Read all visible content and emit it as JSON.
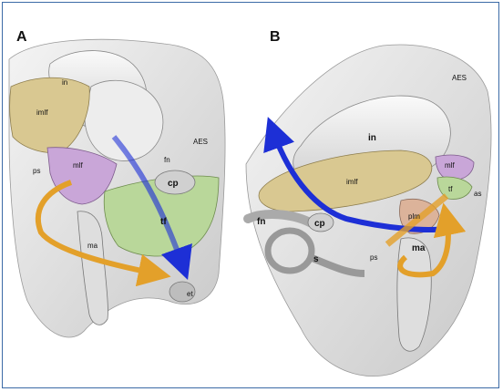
{
  "panels": [
    {
      "letter": "A",
      "labels": {
        "in": "in",
        "imlf": "imlf",
        "mlf": "mlf",
        "ps": "ps",
        "fn": "fn",
        "cp": "cp",
        "tf": "tf",
        "ma": "ma",
        "et": "et",
        "aes": "AES"
      }
    },
    {
      "letter": "B",
      "labels": {
        "in": "in",
        "imlf": "imlf",
        "aes": "AES",
        "mlf": "mlf",
        "tf": "tf",
        "as": "as",
        "fn": "fn",
        "cp": "cp",
        "s": "s",
        "ps": "ps",
        "plm": "plm",
        "ma": "ma"
      }
    }
  ],
  "colors": {
    "frame": "#3b6aa6",
    "bone": "#e6e6e6",
    "imlf": "#d9c891",
    "mlf": "#c9a6d8",
    "tf": "#b9d79a",
    "arrow_blue": "#1d2fd6",
    "arrow_orange": "#e3a02a"
  }
}
